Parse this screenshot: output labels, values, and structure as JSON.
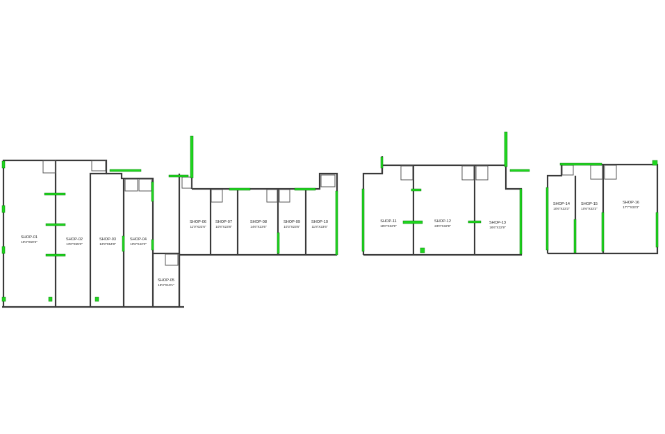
{
  "drawing": {
    "title": "Shop floor plan",
    "wall_color": "#3a3a3a",
    "highlight_color": "#1fd61f",
    "shops": [
      {
        "name": "SHOP-01",
        "size": "19'3\"X59'3\""
      },
      {
        "name": "SHOP-02",
        "size": "13'0\"X55'3\""
      },
      {
        "name": "SHOP-03",
        "size": "12'8\"X54'8\""
      },
      {
        "name": "SHOP-04",
        "size": "10'6\"X42'3\""
      },
      {
        "name": "SHOP-05",
        "size": "18'3\"X19'1\""
      },
      {
        "name": "SHOP-06",
        "size": "11'0\"X23'6\""
      },
      {
        "name": "SHOP-07",
        "size": "10'8\"X23'8\""
      },
      {
        "name": "SHOP-08",
        "size": "14'6\"X23'6\""
      },
      {
        "name": "SHOP-09",
        "size": "10'3\"X23'6\""
      },
      {
        "name": "SHOP-10",
        "size": "11'8\"X23'6\""
      },
      {
        "name": "SHOP-11",
        "size": "18'0\"X32'9\""
      },
      {
        "name": "SHOP-12",
        "size": "23'0\"X32'9\""
      },
      {
        "name": "SHOP-13",
        "size": "16'6\"X32'9\""
      },
      {
        "name": "SHOP-14",
        "size": "10'6\"X33'3\""
      },
      {
        "name": "SHOP-15",
        "size": "10'6\"X33'3\""
      },
      {
        "name": "SHOP-16",
        "size": "17'7\"X33'3\""
      }
    ]
  }
}
